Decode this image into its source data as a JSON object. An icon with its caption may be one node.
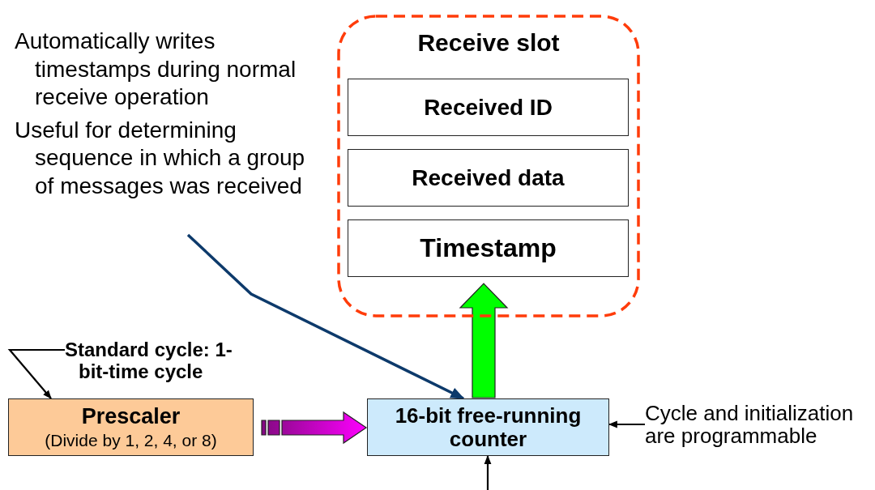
{
  "diagram": {
    "nodes": [
      {
        "text": [
          "Automatically writes timestamps during normal receive operation",
          "Useful for determining sequence in which a group of messages was received"
        ]
      },
      {
        "text": [
          "Receive slot"
        ]
      },
      {
        "text": [
          "Received ID"
        ],
        "in": 1
      },
      {
        "text": [
          "Received data"
        ],
        "in": 1
      },
      {
        "text": [
          "Timestamp"
        ],
        "in": 1
      },
      {
        "text": [
          "Standard cycle: 1-bit-time cycle"
        ]
      },
      {
        "text": [
          "Prescaler",
          "(Divide by 1, 2, 4, or 8)"
        ]
      },
      {
        "text": [
          "16-bit free-running counter"
        ]
      },
      {
        "text": [
          "Cycle and initialization are programmable"
        ]
      }
    ],
    "edges": [
      {
        "from": 0,
        "to": 7,
        "arrow": "to",
        "color": "#0d3a6b"
      },
      {
        "from": 5,
        "to": 6,
        "arrow": "to"
      },
      {
        "from": 6,
        "to": 7,
        "arrow": "to",
        "style": "thick",
        "color": "#ff00ff"
      },
      {
        "from": 7,
        "to": 4,
        "arrow": "to",
        "style": "thick",
        "color": "#00ff00"
      },
      {
        "from": 8,
        "to": 7,
        "arrow": "to"
      },
      {
        "from": null,
        "to": 7,
        "arrow": "to"
      }
    ]
  }
}
